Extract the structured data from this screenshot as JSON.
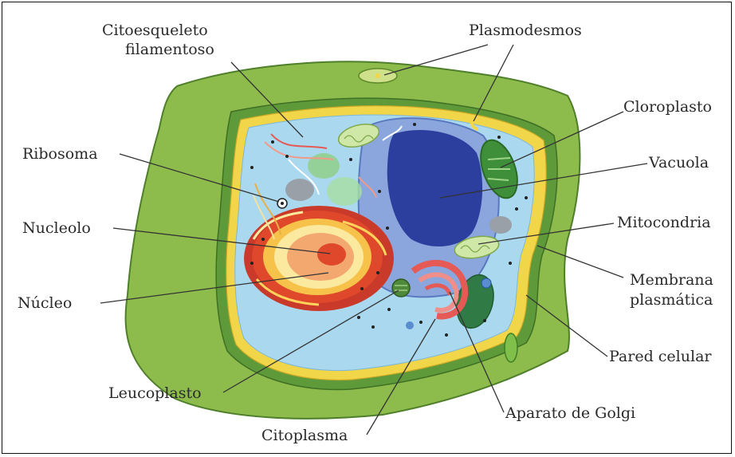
{
  "labels": {
    "citoesqueleto_1": "Citoesqueleto",
    "citoesqueleto_2": "filamentoso",
    "plasmodesmos": "Plasmodesmos",
    "cloroplasto": "Cloroplasto",
    "ribosoma": "Ribosoma",
    "vacuola": "Vacuola",
    "nucleolo": "Nucleolo",
    "mitocondria": "Mitocondria",
    "membrana_1": "Membrana",
    "membrana_2": "plasmática",
    "nucleo": "Núcleo",
    "pared": "Pared celular",
    "leucoplasto": "Leucoplasto",
    "golgi": "Aparato de Golgi",
    "citoplasma": "Citoplasma"
  },
  "colors": {
    "cell_wall": "#8dbb4c",
    "wall_inner": "#5f9a3a",
    "membrane": "#f2d64a",
    "cytoplasm": "#a9d8ef",
    "vacuole": "#2c3e9e",
    "nucleus": "#e0482c",
    "chloroplast": "#3f8f3a",
    "golgi": "#e55a55"
  }
}
